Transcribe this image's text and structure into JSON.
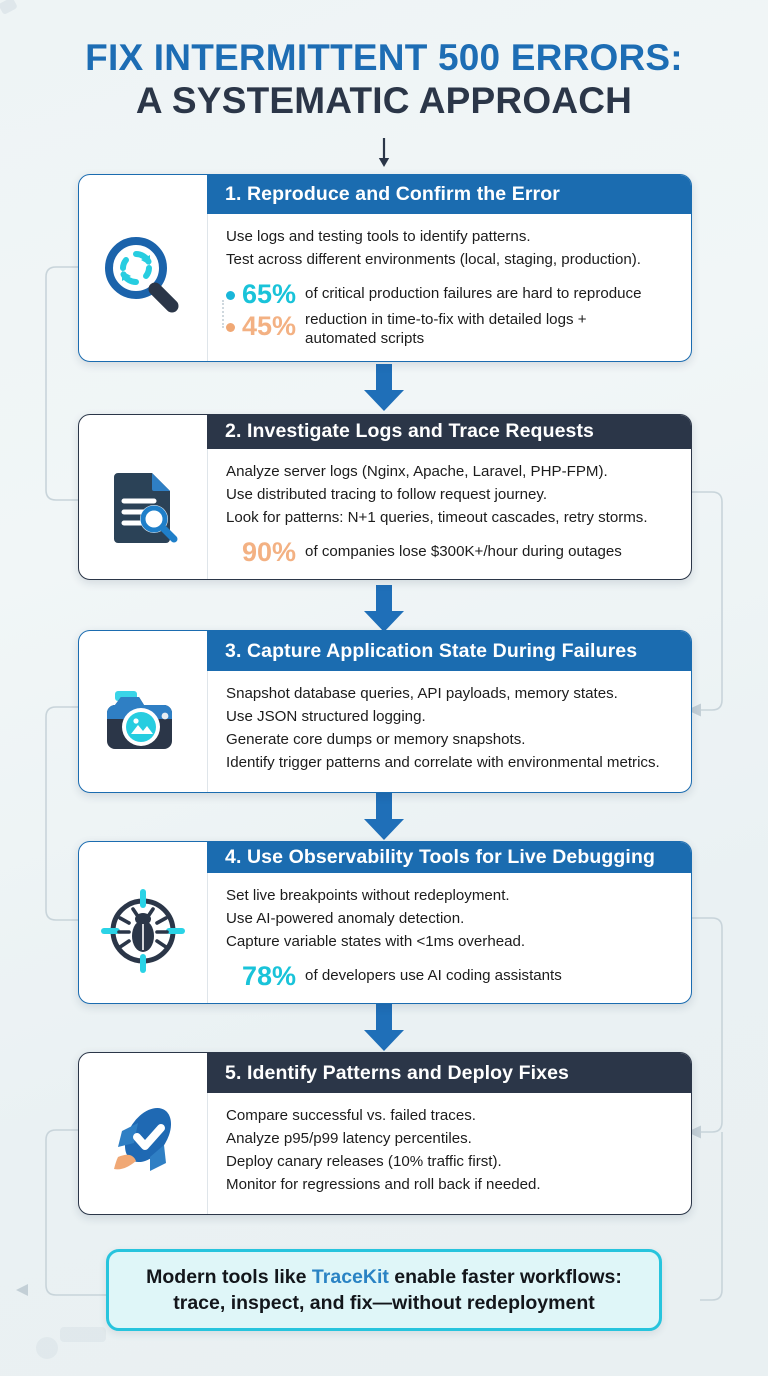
{
  "title": {
    "line1": "FIX INTERMITTENT 500 ERRORS:",
    "line2": "A SYSTEMATIC APPROACH"
  },
  "colors": {
    "title_blue": "#1d6db4",
    "title_dark": "#2b3648",
    "header_blue": "#1b6cb0",
    "header_dark": "#2b3648",
    "accent_cyan": "#19c3d9",
    "accent_orange": "#f3b183",
    "arrow_blue": "#1f6fb8",
    "banner_border": "#27c4dd",
    "banner_fill": "#dff6f8",
    "brand_blue": "#2a83c4"
  },
  "steps": [
    {
      "number": "1.",
      "heading": "1.  Reproduce and Confirm the Error",
      "header_style": "blue",
      "icon": "magnifier-refresh-icon",
      "lines": [
        "Use logs and testing tools to identify patterns.",
        "Test across different environments (local, staging, production)."
      ],
      "stats": [
        {
          "pct": "65%",
          "color": "cyan",
          "text": "of critical production failures are hard to reproduce"
        },
        {
          "pct": "45%",
          "color": "orange",
          "text": "reduction in time-to-fix with detailed logs + automated scripts"
        }
      ]
    },
    {
      "number": "2.",
      "heading": "2. Investigate Logs and Trace Requests",
      "header_style": "dark",
      "icon": "document-search-icon",
      "lines": [
        "Analyze server logs (Nginx, Apache, Laravel, PHP-FPM).",
        "Use distributed tracing to follow request journey.",
        "Look for patterns: N+1 queries, timeout cascades, retry storms."
      ],
      "stats": [
        {
          "pct": "90%",
          "color": "orange",
          "text": "of companies lose $300K+/hour during outages"
        }
      ]
    },
    {
      "number": "3.",
      "heading": "3. Capture Application State During Failures",
      "header_style": "blue",
      "icon": "camera-icon",
      "lines": [
        "Snapshot database queries, API payloads, memory states.",
        "Use JSON structured logging.",
        "Generate core dumps or memory snapshots.",
        "Identify trigger patterns and correlate with environmental metrics."
      ],
      "stats": []
    },
    {
      "number": "4.",
      "heading": "4. Use Observability Tools for Live Debugging",
      "header_style": "blue",
      "icon": "bug-crosshair-icon",
      "lines": [
        "Set live breakpoints without redeployment.",
        "Use AI-powered anomaly detection.",
        "Capture variable states with <1ms overhead."
      ],
      "stats": [
        {
          "pct": "78%",
          "color": "cyan",
          "text": "of developers use AI coding assistants"
        }
      ]
    },
    {
      "number": "5.",
      "heading": "5. Identify Patterns and Deploy Fixes",
      "header_style": "dark",
      "icon": "rocket-check-icon",
      "lines": [
        "Compare successful vs. failed traces.",
        "Analyze p95/p99 latency percentiles.",
        "Deploy canary releases (10% traffic first).",
        "Monitor for regressions and roll back if needed."
      ],
      "stats": []
    }
  ],
  "footer": {
    "line1_before": "Modern tools like ",
    "brand": "TraceKit",
    "line1_after": " enable faster workflows:",
    "line2": "trace, inspect, and fix—without redeployment"
  }
}
